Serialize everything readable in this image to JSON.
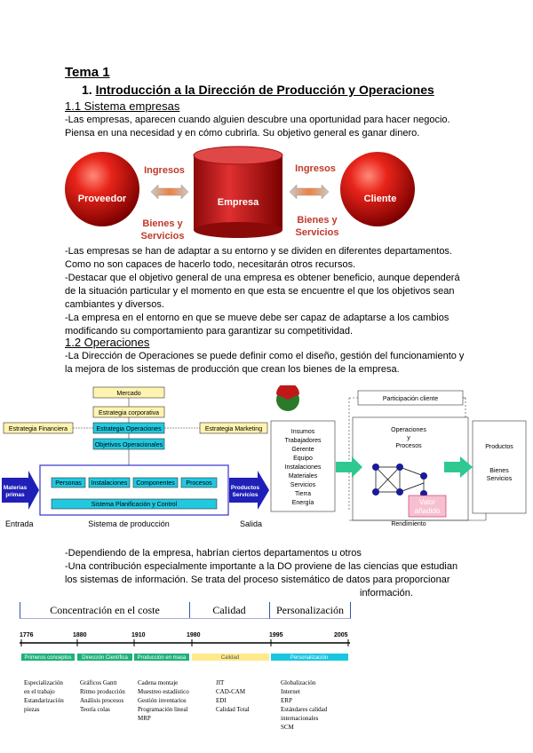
{
  "heading": {
    "tema": "Tema 1",
    "number": "1.",
    "title": "Introducción a la Dirección de Producción y Operaciones"
  },
  "section1": {
    "title": "1.1 Sistema empresas",
    "para1": [
      "-Las empresas, aparecen cuando alguien descubre una oportunidad para hacer negocio.",
      "Piensa en una necesidad y en cómo cubrirla. Su objetivo general es ganar dinero."
    ],
    "diagram": {
      "proveedor": "Proveedor",
      "empresa": "Empresa",
      "cliente": "Cliente",
      "ingresos_left": "Ingresos",
      "ingresos_right": "Ingresos",
      "bienes_left": [
        "Bienes y",
        "Servicios"
      ],
      "bienes_right": [
        "Bienes y",
        "Servicios"
      ]
    },
    "para2": [
      "-Las empresas se han de adaptar a su entorno y se dividen en diferentes departamentos.",
      "Como no son capaces de hacerlo todo, necesitarán otros recursos.",
      "-Destacar que el objetivo general de una empresa es obtener beneficio, aunque dependerá",
      "de la situación particular y el momento en que esta se encuentre el que los objetivos sean",
      "cambiantes y diversos.",
      "-La empresa en el entorno en que se mueve debe ser capaz de adaptarse a los cambios",
      "modificando su comportamiento para garantizar su competitividad."
    ]
  },
  "section2": {
    "title": "1.2 Operaciones",
    "para1": [
      "-La Dirección de Operaciones se puede definir como el diseño, gestión del funcionamiento y",
      "la mejora de los sistemas de producción que crean los bienes de la empresa."
    ],
    "org": {
      "mercado": "Mercado",
      "estrategia_corporativa": "Estrategia corporativa",
      "estrategia_operaciones": "Estrategia Operaciones",
      "objetivos_operacionales": "Objetivos Operacionales",
      "estrategia_financiera": "Estrategia Financiera",
      "estrategia_marketing": "Estrategia Marketing",
      "personas": "Personas",
      "instalaciones": "Instalaciones",
      "componentes": "Componentes",
      "procesos": "Procesos",
      "sistema": "Sistema Planificación y Control",
      "materias": [
        "Materias",
        "primas"
      ],
      "productos": [
        "Productos",
        "Servicios"
      ],
      "entrada": "Entrada",
      "sistema_produccion": "Sistema de producción",
      "salida": "Salida"
    },
    "flow": {
      "participacion": "Participación cliente",
      "inputs": [
        "Insumos",
        "Trabajadores",
        "Gerente",
        "Equipo",
        "Instalaciones",
        "Materiales",
        "Servicios",
        "Tierra",
        "Energía"
      ],
      "operaciones": [
        "Operaciones",
        "y",
        "Procesos"
      ],
      "productos": "Productos",
      "bienes": [
        "Bienes",
        "Servicios"
      ],
      "valor": [
        "Valor",
        "añadido"
      ],
      "rendimiento": "Rendimiento"
    },
    "para2": [
      "-Dependiendo de la empresa, habrían ciertos departamentos u otros",
      "-Una contribución especialmente importante a la DO proviene de las ciencias que estudian",
      "los sistemas de información. Se trata del proceso sistemático de datos para proporcionar",
      "información."
    ]
  },
  "timeline": {
    "headers": [
      "Concentración en el coste",
      "Calidad",
      "Personalización"
    ],
    "years": [
      "1776",
      "1880",
      "1910",
      "1980",
      "1995",
      "2005"
    ],
    "bands": [
      "Primeros conceptos",
      "Dirección Científica",
      "Producción en masa",
      "Calidad",
      "Personalización"
    ],
    "colors": {
      "green": "#1fb07a",
      "yellow": "#ffe98a",
      "cyan": "#19c6e0"
    },
    "columns": [
      [
        "Especialización",
        "en el trabajo",
        "Estandarización",
        "piezas"
      ],
      [
        "Gráficos Gantt",
        "Ritmo producción",
        "Análisis procesos",
        "Teoría colas"
      ],
      [
        "Cadena montaje",
        "Muestreo estadístico",
        "Gestión inventarios",
        "Programación lineal",
        "MRP"
      ],
      [
        "JIT",
        "CAD-CAM",
        "EDI",
        "Calidad Total"
      ],
      [
        "Globalización",
        "Internet",
        "ERP",
        "Estándares calidad",
        "internacionales",
        "SCM"
      ]
    ]
  }
}
